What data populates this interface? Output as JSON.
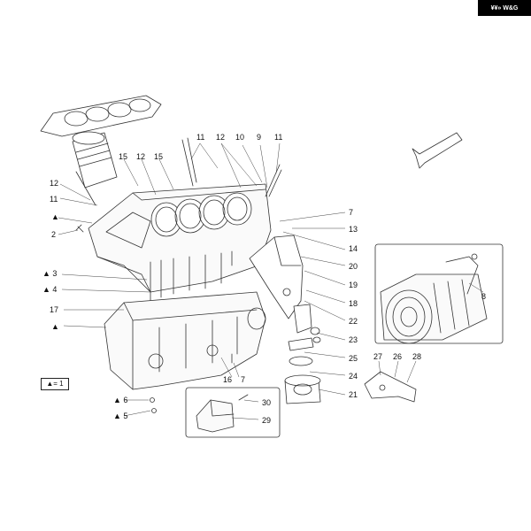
{
  "logo": {
    "text": "¥¥» W&G"
  },
  "legend": {
    "text": "▲= 1"
  },
  "callouts": {
    "c11a": "11",
    "c12a": "12",
    "c10": "10",
    "c9": "9",
    "c11b": "11",
    "c15a": "15",
    "c12b": "12",
    "c15b": "15",
    "c12c": "12",
    "c11c": "11",
    "t1": "▲",
    "c2": "2",
    "c7a": "7",
    "c13": "13",
    "c14": "14",
    "c20": "20",
    "c19": "19",
    "c18": "18",
    "c22": "22",
    "c23": "23",
    "c25": "25",
    "c24": "24",
    "c21": "21",
    "c3": "▲ 3",
    "c4": "▲ 4",
    "c17": "17",
    "t2": "▲",
    "c6": "▲ 6",
    "c5": "▲ 5",
    "c16": "16",
    "c7b": "7",
    "c30": "30",
    "c29": "29",
    "c8": "8",
    "c27": "27",
    "c26": "26",
    "c28": "28"
  },
  "colors": {
    "line": "#333333",
    "background": "#ffffff",
    "fill": "#f4f4f4"
  }
}
